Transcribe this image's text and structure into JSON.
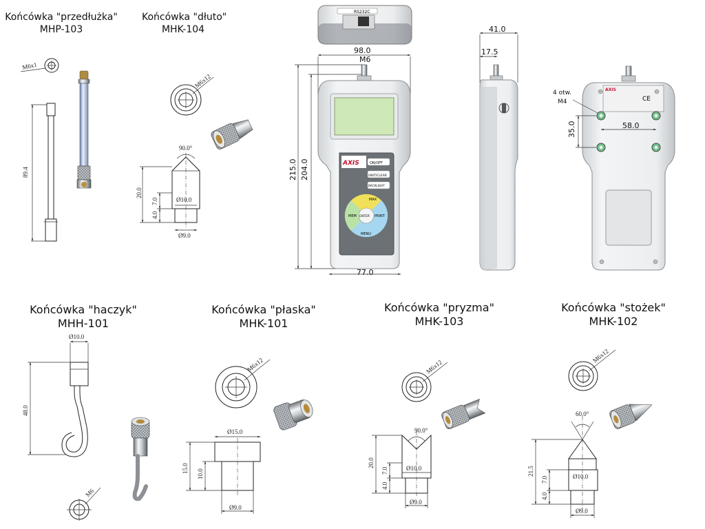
{
  "titles": {
    "mhp103": {
      "name": "Końcówka \"przedłużka\"",
      "code": "MHP-103"
    },
    "mhk104": {
      "name": "Końcówka \"dłuto\"",
      "code": "MHK-104"
    },
    "mhh101": {
      "name": "Końcówka \"haczyk\"",
      "code": "MHH-101"
    },
    "mhk101": {
      "name": "Końcówka \"płaska\"",
      "code": "MHK-101"
    },
    "mhk103": {
      "name": "Końcówka \"pryzma\"",
      "code": "MHK-103"
    },
    "mhk102": {
      "name": "Końcówka \"stożek\"",
      "code": "MHK-102"
    }
  },
  "dims": {
    "mhp103": {
      "thread": "M6x1",
      "length": "89.4"
    },
    "mhk104": {
      "thread": "M6x12",
      "angle": "90.0°",
      "height": "20.0",
      "h2": "7.0",
      "h3": "4.0",
      "dia1": "Ø10.0",
      "dia2": "Ø9.0"
    },
    "meter": {
      "width": "98.0",
      "thread": "M6",
      "h1": "215.0",
      "h2": "204.0",
      "bottom": "77.0",
      "depth": "41.0",
      "stud": "17.5",
      "holes": "4 otw.",
      "holes_thread": "M4",
      "hole_dx": "58.0",
      "hole_dy": "35.0"
    },
    "mhh101": {
      "dia": "Ø10.0",
      "length": "48.0",
      "thread": "M6"
    },
    "mhk101": {
      "thread": "M6x12",
      "dia1": "Ø15.0",
      "h1": "15.0",
      "h2": "10.0",
      "dia2": "Ø9.0"
    },
    "mhk103": {
      "thread": "M6x12",
      "angle": "90.0°",
      "h1": "20.0",
      "h2": "7.0",
      "h3": "4.0",
      "dia1": "Ø10.0",
      "dia2": "Ø9.0"
    },
    "mhk102": {
      "thread": "M6x12",
      "angle": "60.0°",
      "h1": "21.5",
      "h2": "7.0",
      "h3": "4.0",
      "dia1": "Ø10.0",
      "dia2": "Ø9.0"
    }
  },
  "device": {
    "brand": "AXIS",
    "keys": {
      "onoff": "ON/OFF",
      "unit": "UNIT/CLEAR",
      "backlight": "BACKLIGHT",
      "max": "MAX",
      "print": "PRINT",
      "menu": "MENU",
      "mem": "MEM",
      "enter": "ENTER"
    },
    "top_port": "RS232C",
    "label_brand": "AXIS"
  },
  "colors": {
    "accent": "#c8102e",
    "screen": "#cfe8b8",
    "body": "#e9ecee",
    "keypad": "#6c7175"
  }
}
